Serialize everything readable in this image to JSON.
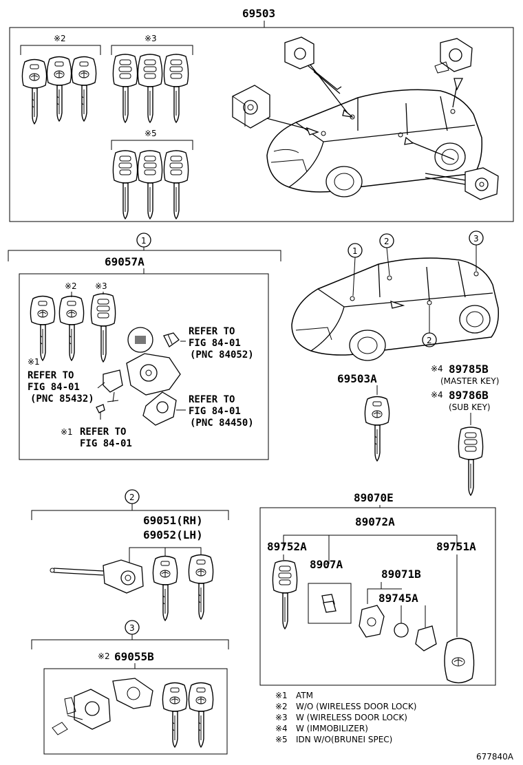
{
  "main_assembly": {
    "part_no": "69503"
  },
  "top_box": {
    "group_a_note": "※2",
    "group_b_note": "※3",
    "group_c_note": "※5"
  },
  "section1": {
    "circle": "1",
    "part_no": "69057A",
    "key_note_b": "※2",
    "key_note_c": "※3",
    "ref_a": {
      "note": "※1",
      "line1": "REFER TO",
      "line2": "FIG 84-01",
      "line3": "(PNC 85432)"
    },
    "ref_b": {
      "line1": "REFER TO",
      "line2": "FIG 84-01",
      "line3": "(PNC 84052)"
    },
    "ref_c": {
      "line1": "REFER TO",
      "line2": "FIG 84-01",
      "line3": "(PNC 84450)"
    },
    "ref_d": {
      "note": "※1",
      "line1": "REFER TO",
      "line2": "FIG 84-01"
    }
  },
  "car_locator": {
    "circle_1": "1",
    "circle_2": "2",
    "circle_3": "3",
    "circle_2b": "2"
  },
  "blank_key": {
    "part_no": "69503A"
  },
  "master_key": {
    "note": "※4",
    "part_no": "89785B",
    "desc": "(MASTER KEY)"
  },
  "sub_key": {
    "note": "※4",
    "part_no": "89786B",
    "desc": "(SUB KEY)"
  },
  "section2": {
    "circle": "2",
    "part_rh": "69051(RH)",
    "part_lh": "69052(LH)"
  },
  "section3": {
    "circle": "3",
    "note": "※2",
    "part_no": "69055B"
  },
  "transmitter": {
    "part_no": "89070E",
    "sub_part": "89072A",
    "housing": "89752A",
    "board": "8907A",
    "case": "89071B",
    "battery": "89745A",
    "remote": "89751A"
  },
  "legend": [
    {
      "mark": "※1",
      "text": "ATM"
    },
    {
      "mark": "※2",
      "text": "W/O (WIRELESS DOOR LOCK)"
    },
    {
      "mark": "※3",
      "text": "W (WIRELESS DOOR LOCK)"
    },
    {
      "mark": "※4",
      "text": "W (IMMOBILIZER)"
    },
    {
      "mark": "※5",
      "text": "IDN  W/O(BRUNEI SPEC)"
    }
  ],
  "figure_id": "677840A"
}
